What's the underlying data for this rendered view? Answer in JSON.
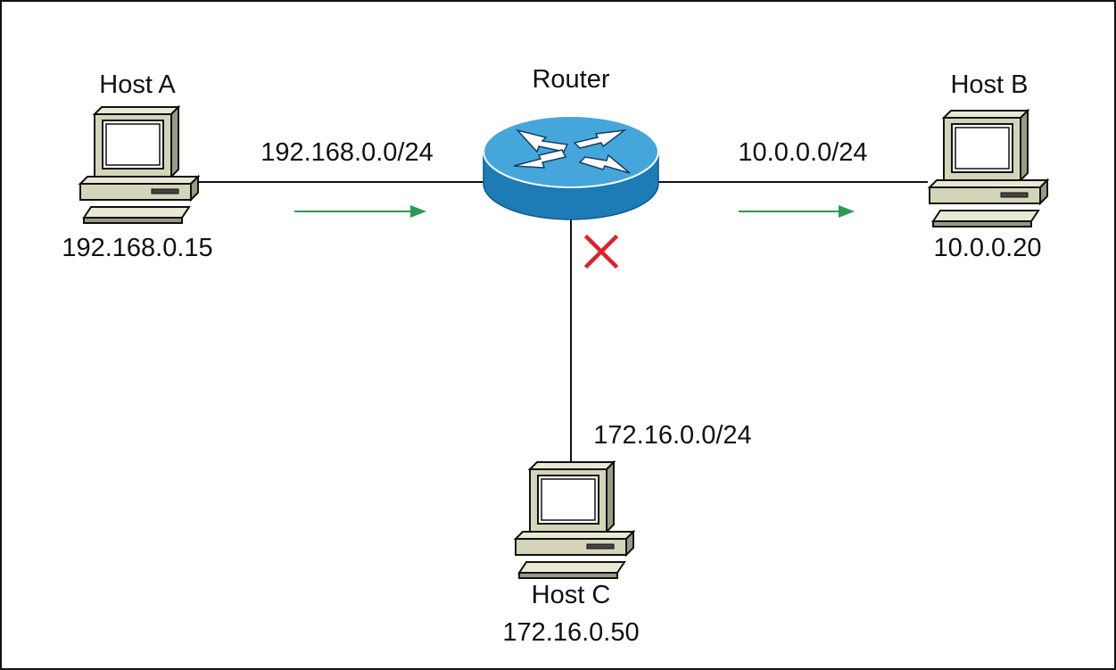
{
  "nodes": {
    "host_a": {
      "name": "Host A",
      "ip": "192.168.0.15"
    },
    "host_b": {
      "name": "Host B",
      "ip": "10.0.0.20"
    },
    "host_c": {
      "name": "Host C",
      "ip": "172.16.0.50"
    },
    "router": {
      "name": "Router"
    }
  },
  "links": {
    "a_router": {
      "network": "192.168.0.0/24"
    },
    "router_b": {
      "network": "10.0.0.0/24"
    },
    "router_c": {
      "network": "172.16.0.0/24"
    }
  },
  "colors": {
    "router_top": "#45a6dc",
    "router_side": "#1d7bb6",
    "traffic_arrow": "#2e9a56",
    "blocked_mark": "#e0202a",
    "computer_body": "#d4d4b9"
  },
  "icons": {
    "blocked": "x-mark-icon",
    "allowed": "arrow-right-icon"
  }
}
